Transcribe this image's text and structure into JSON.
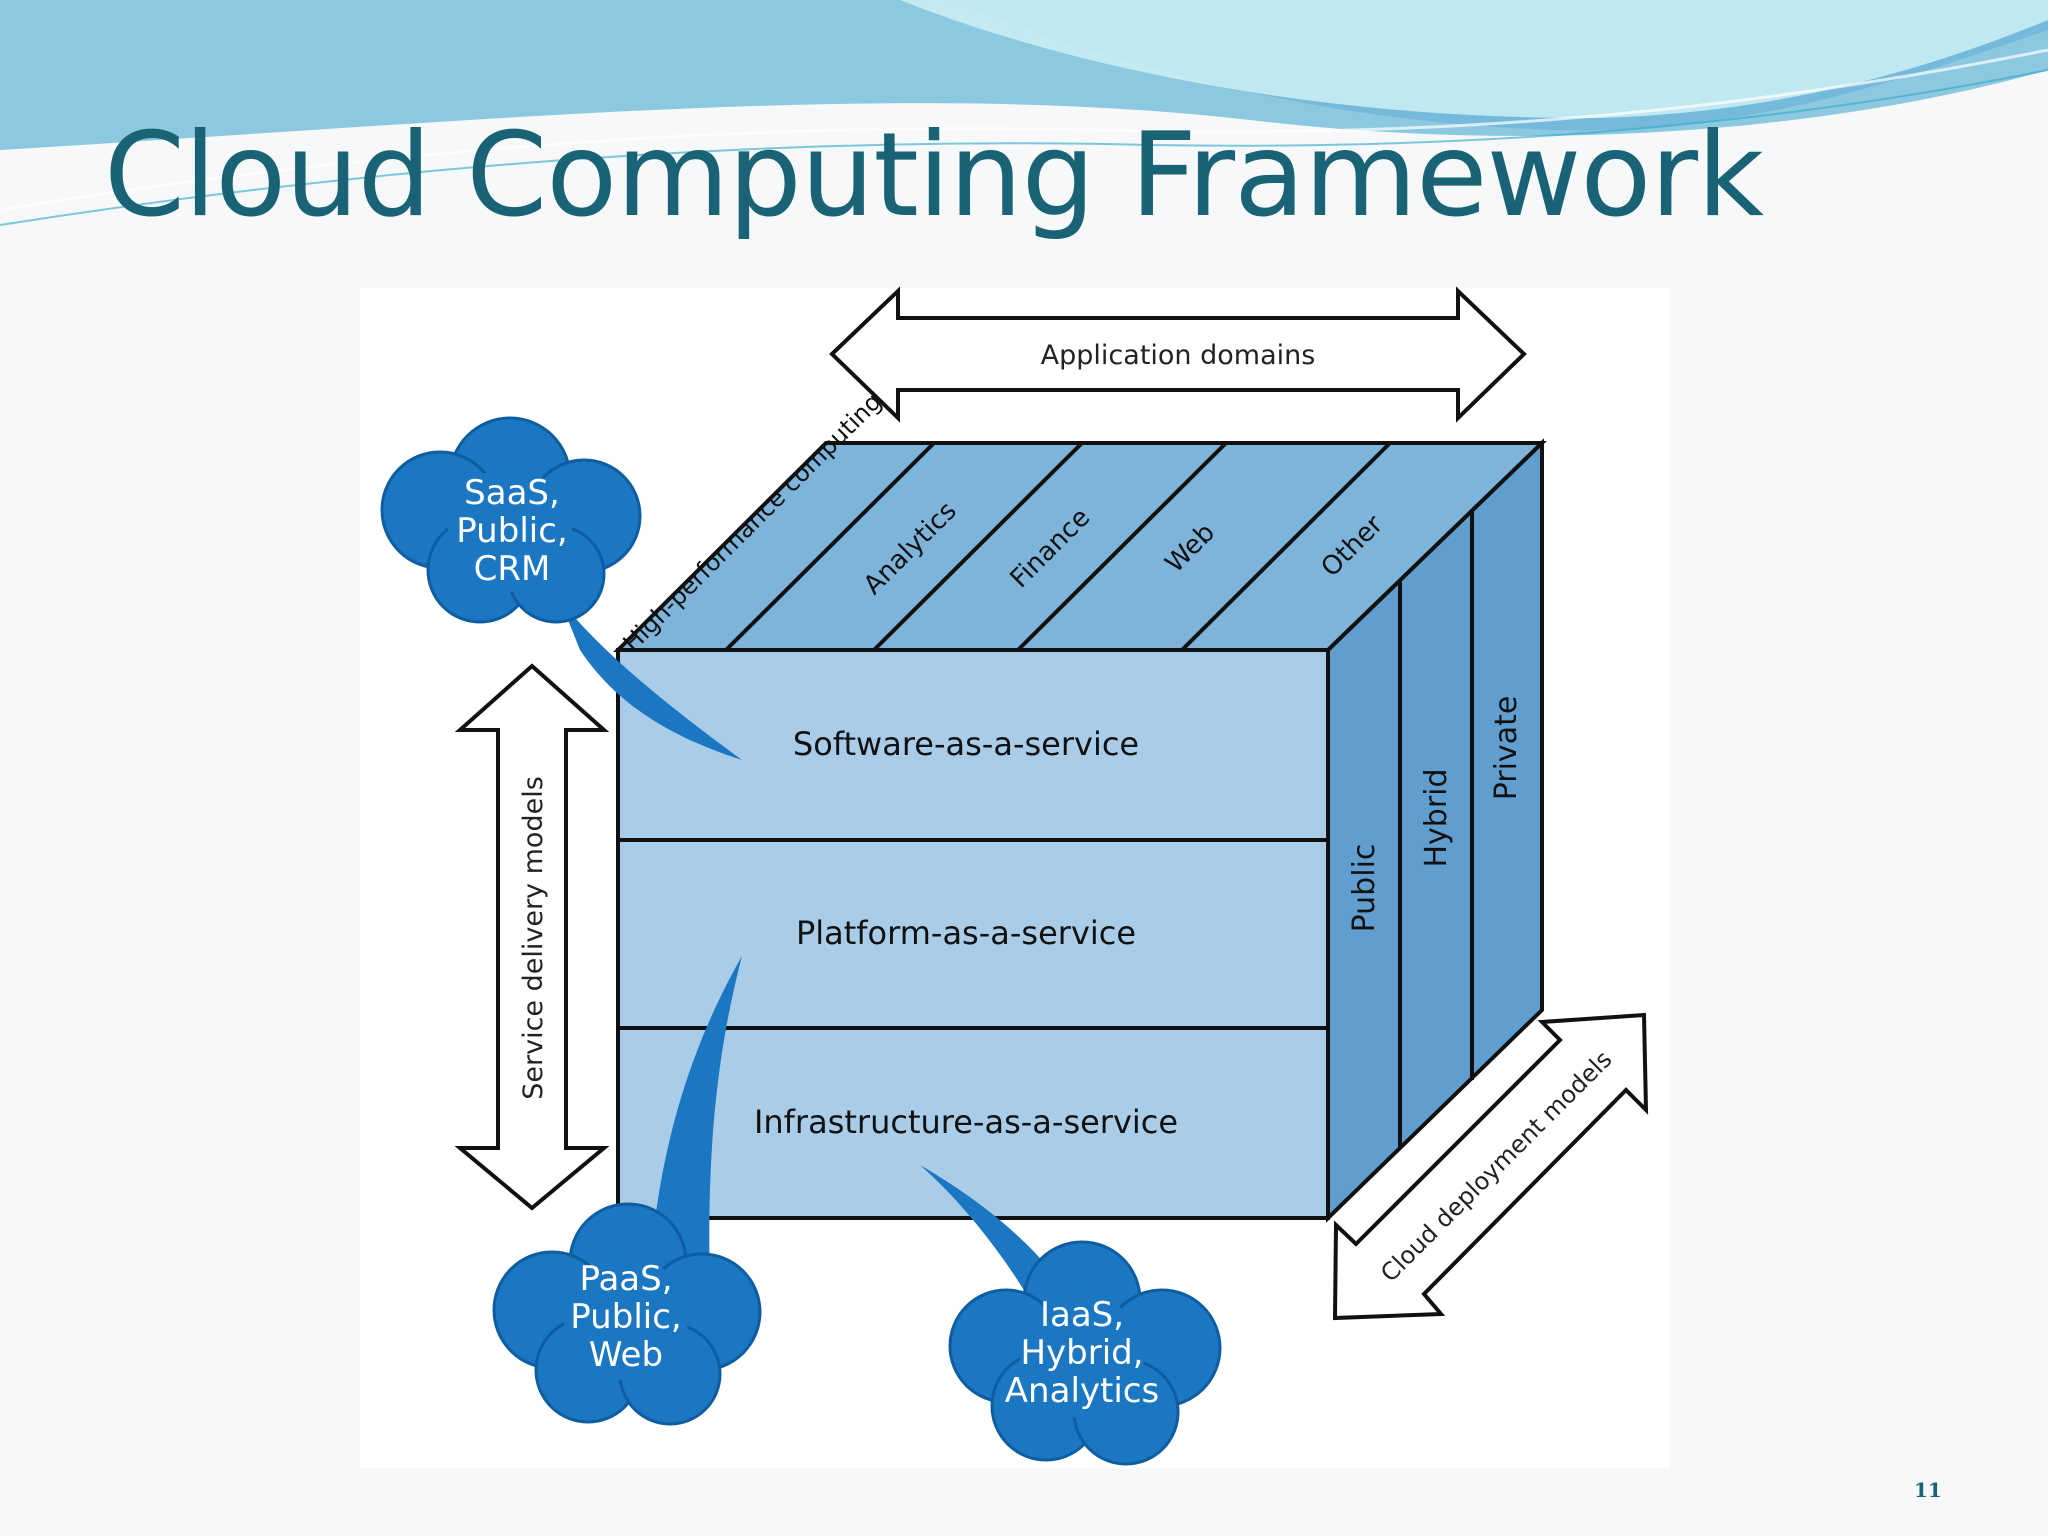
{
  "slide": {
    "title": "Cloud Computing Framework",
    "page_number": "11"
  },
  "diagram": {
    "application_domains_label": "Application domains",
    "domains": [
      "High-performance computing",
      "Analytics",
      "Finance",
      "Web",
      "Other"
    ],
    "service_delivery_label": "Service delivery models",
    "services": [
      "Software-as-a-service",
      "Platform-as-a-service",
      "Infrastructure-as-a-service"
    ],
    "deployment_label": "Cloud deployment models",
    "deployments": [
      "Public",
      "Hybrid",
      "Private"
    ],
    "callouts": {
      "saas": [
        "SaaS,",
        "Public,",
        "CRM"
      ],
      "paas": [
        "PaaS,",
        "Public,",
        "Web"
      ],
      "iaas": [
        "IaaS,",
        "Hybrid,",
        "Analytics"
      ]
    }
  },
  "colors": {
    "title": "#1a6376",
    "front_face": "#a9cde8",
    "top_face": "#7eb4da",
    "side_face": "#5f9ecf",
    "cloud": "#1b77c2",
    "wave_dark": "#5fb0d4",
    "wave_light": "#bfe6ef"
  }
}
